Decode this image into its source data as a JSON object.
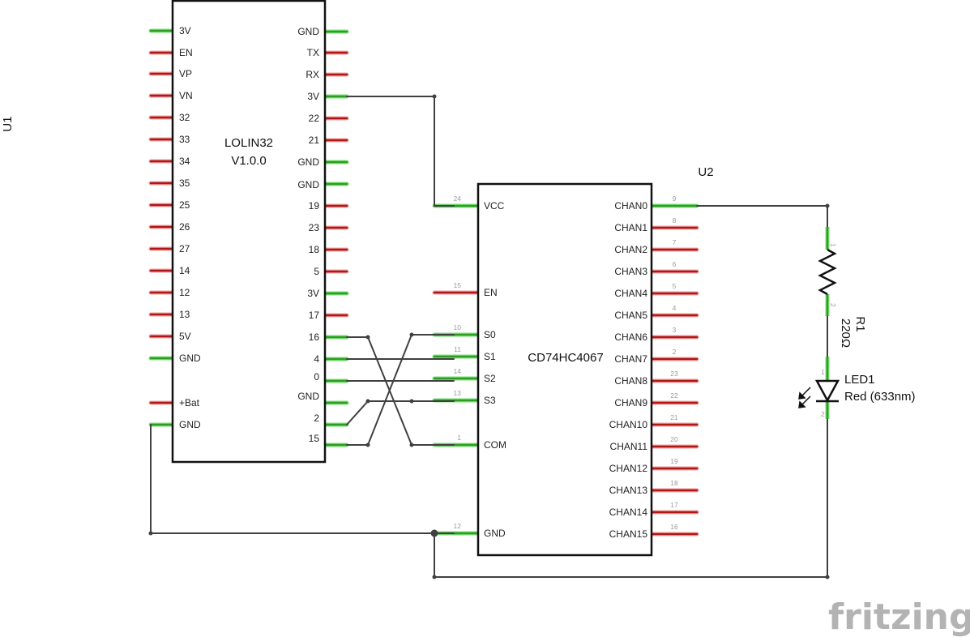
{
  "colors": {
    "pin_connected": "#2e9e22",
    "pin_connected_glow": "#7fe07a",
    "pin_unconnected": "#b01717",
    "pin_unconnected_glow": "#f0a0a0",
    "wire": "#404040"
  },
  "u1": {
    "ref": "U1",
    "name_line1": "LOLIN32",
    "name_line2": "V1.0.0",
    "left_pins": [
      {
        "label": "3V",
        "connected": true
      },
      {
        "label": "EN",
        "connected": false
      },
      {
        "label": "VP",
        "connected": false
      },
      {
        "label": "VN",
        "connected": false
      },
      {
        "label": "32",
        "connected": false
      },
      {
        "label": "33",
        "connected": false
      },
      {
        "label": "34",
        "connected": false
      },
      {
        "label": "35",
        "connected": false
      },
      {
        "label": "25",
        "connected": false
      },
      {
        "label": "26",
        "connected": false
      },
      {
        "label": "27",
        "connected": false
      },
      {
        "label": "14",
        "connected": false
      },
      {
        "label": "12",
        "connected": false
      },
      {
        "label": "13",
        "connected": false
      },
      {
        "label": "5V",
        "connected": false
      },
      {
        "label": "GND",
        "connected": true
      },
      {
        "label": "+Bat",
        "connected": false
      },
      {
        "label": "GND",
        "connected": true
      }
    ],
    "right_pins": [
      {
        "label": "GND",
        "connected": true
      },
      {
        "label": "TX",
        "connected": false
      },
      {
        "label": "RX",
        "connected": false
      },
      {
        "label": "3V",
        "connected": true
      },
      {
        "label": "22",
        "connected": false
      },
      {
        "label": "21",
        "connected": false
      },
      {
        "label": "GND",
        "connected": true
      },
      {
        "label": "GND",
        "connected": true
      },
      {
        "label": "19",
        "connected": false
      },
      {
        "label": "23",
        "connected": false
      },
      {
        "label": "18",
        "connected": false
      },
      {
        "label": "5",
        "connected": false
      },
      {
        "label": "3V",
        "connected": true
      },
      {
        "label": "17",
        "connected": false
      },
      {
        "label": "16",
        "connected": true
      },
      {
        "label": "4",
        "connected": true
      },
      {
        "label": "0",
        "connected": true
      },
      {
        "label": "GND",
        "connected": true
      },
      {
        "label": "2",
        "connected": true
      },
      {
        "label": "15",
        "connected": true
      }
    ]
  },
  "u2": {
    "ref": "U2",
    "name": "CD74HC4067",
    "left_pins": [
      {
        "label": "VCC",
        "number": "24",
        "connected": true
      },
      {
        "label": "EN",
        "number": "15",
        "connected": false
      },
      {
        "label": "S0",
        "number": "10",
        "connected": true
      },
      {
        "label": "S1",
        "number": "11",
        "connected": true
      },
      {
        "label": "S2",
        "number": "14",
        "connected": true
      },
      {
        "label": "S3",
        "number": "13",
        "connected": true
      },
      {
        "label": "COM",
        "number": "1",
        "connected": true
      },
      {
        "label": "GND",
        "number": "12",
        "connected": true
      }
    ],
    "right_pins": [
      {
        "label": "CHAN0",
        "number": "9",
        "connected": true
      },
      {
        "label": "CHAN1",
        "number": "8",
        "connected": false
      },
      {
        "label": "CHAN2",
        "number": "7",
        "connected": false
      },
      {
        "label": "CHAN3",
        "number": "6",
        "connected": false
      },
      {
        "label": "CHAN4",
        "number": "5",
        "connected": false
      },
      {
        "label": "CHAN5",
        "number": "4",
        "connected": false
      },
      {
        "label": "CHAN6",
        "number": "3",
        "connected": false
      },
      {
        "label": "CHAN7",
        "number": "2",
        "connected": false
      },
      {
        "label": "CHAN8",
        "number": "23",
        "connected": false
      },
      {
        "label": "CHAN9",
        "number": "22",
        "connected": false
      },
      {
        "label": "CHAN10",
        "number": "21",
        "connected": false
      },
      {
        "label": "CHAN11",
        "number": "20",
        "connected": false
      },
      {
        "label": "CHAN12",
        "number": "19",
        "connected": false
      },
      {
        "label": "CHAN13",
        "number": "18",
        "connected": false
      },
      {
        "label": "CHAN14",
        "number": "17",
        "connected": false
      },
      {
        "label": "CHAN15",
        "number": "16",
        "connected": false
      }
    ]
  },
  "r1": {
    "ref": "R1",
    "value": "220Ω",
    "pin1": "1",
    "pin2": "2"
  },
  "led1": {
    "ref": "LED1",
    "value": "Red (633nm)",
    "pin1": "1",
    "pin2": "2"
  },
  "logo": "fritzing"
}
